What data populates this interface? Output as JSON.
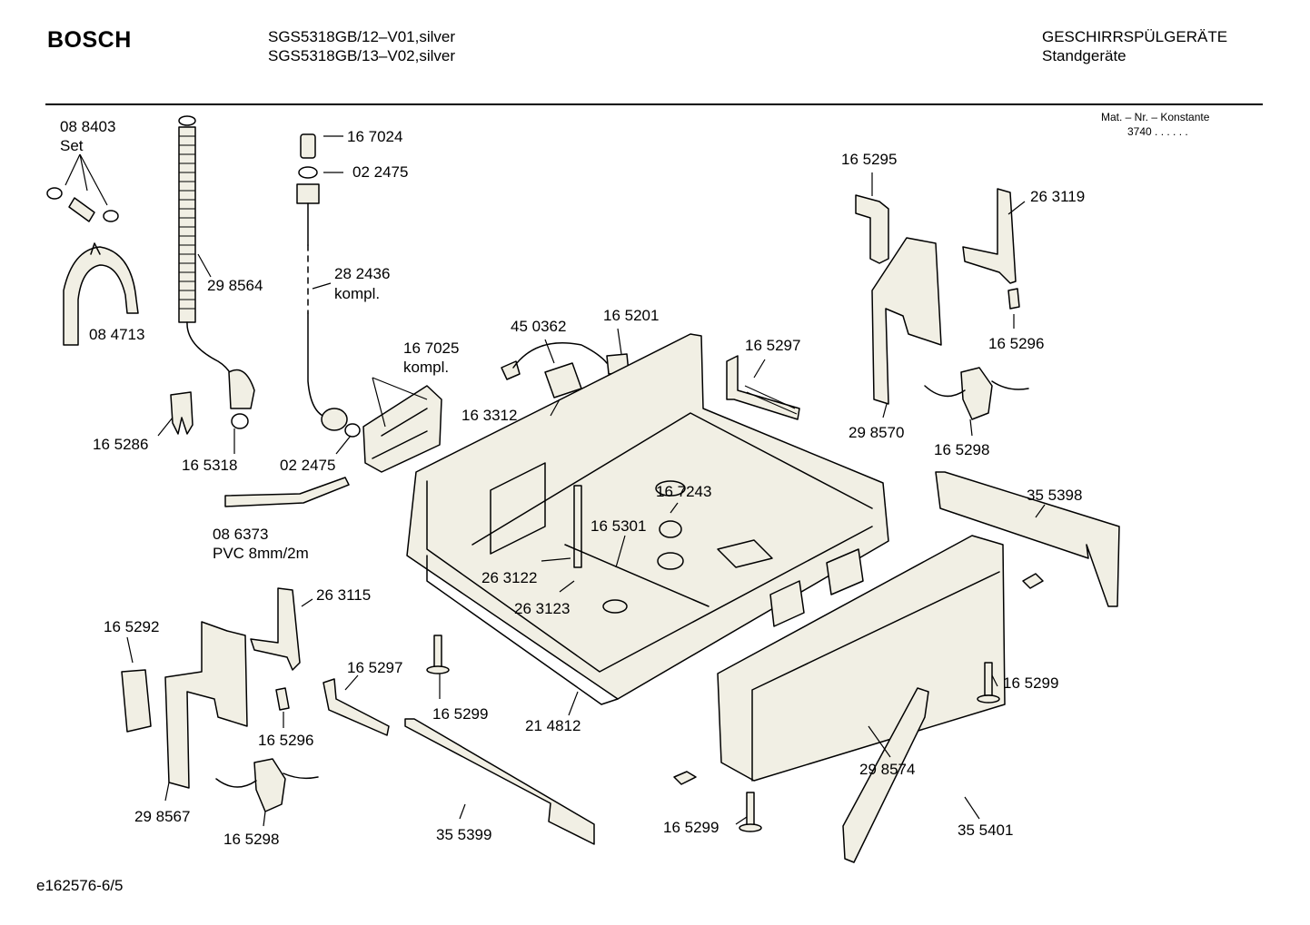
{
  "header": {
    "brand": "BOSCH",
    "models": [
      "SGS5318GB/12–V01,silver",
      "SGS5318GB/13–V02,silver"
    ],
    "category": "GESCHIRRSPÜLGERÄTE",
    "subcategory": "Standgeräte"
  },
  "mat_info": {
    "label": "Mat. – Nr. – Konstante",
    "value": "3740 . . . . . ."
  },
  "footer": {
    "doc_id": "e162576-6/5"
  },
  "parts": [
    {
      "text": "08 8403"
    },
    {
      "text": "Set"
    },
    {
      "text": "08 4713"
    },
    {
      "text": "29 8564"
    },
    {
      "text": "16 7024"
    },
    {
      "text": "02 2475"
    },
    {
      "text": "28 2436"
    },
    {
      "text": "kompl."
    },
    {
      "text": "16 5286"
    },
    {
      "text": "16 5318"
    },
    {
      "text": "02 2475"
    },
    {
      "text": "08 6373"
    },
    {
      "text": "PVC 8mm/2m"
    },
    {
      "text": "16 7025"
    },
    {
      "text": "kompl."
    },
    {
      "text": "45 0362"
    },
    {
      "text": "16 5201"
    },
    {
      "text": "16 3312"
    },
    {
      "text": "16 5297"
    },
    {
      "text": "16 5295"
    },
    {
      "text": "26 3119"
    },
    {
      "text": "16 5296"
    },
    {
      "text": "29 8570"
    },
    {
      "text": "16 5298"
    },
    {
      "text": "35 5398"
    },
    {
      "text": "16 7243"
    },
    {
      "text": "16 5301"
    },
    {
      "text": "26 3122"
    },
    {
      "text": "26 3123"
    },
    {
      "text": "16 5292"
    },
    {
      "text": "26 3115"
    },
    {
      "text": "16 5297"
    },
    {
      "text": "16 5296"
    },
    {
      "text": "16 5299"
    },
    {
      "text": "21 4812"
    },
    {
      "text": "29 8567"
    },
    {
      "text": "16 5298"
    },
    {
      "text": "35 5399"
    },
    {
      "text": "16 5299"
    },
    {
      "text": "16 5299"
    },
    {
      "text": "29 8574"
    },
    {
      "text": "35 5401"
    }
  ]
}
